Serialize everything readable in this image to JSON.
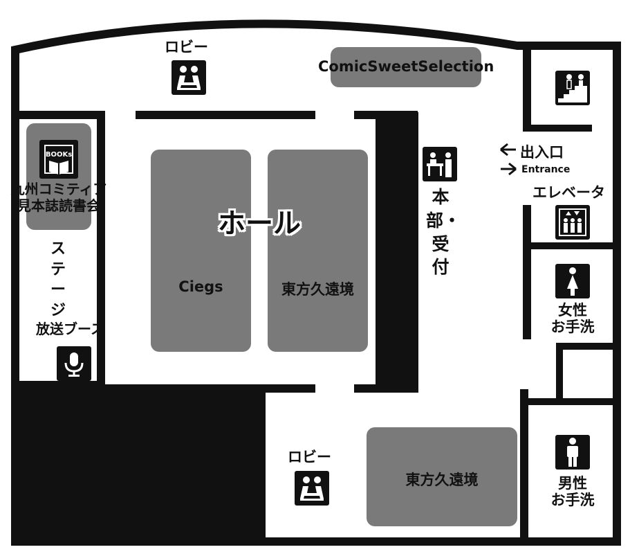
{
  "map": {
    "hall": "ホール",
    "booths": [
      {
        "name": "Ciegs"
      },
      {
        "name": "東方久遠境"
      },
      {
        "name": "東方久遠境"
      },
      {
        "name": "ComicSweetSelection"
      }
    ],
    "labels": {
      "lobby_top": "ロビー",
      "lobby_bottom": "ロビー",
      "reading_line1": "九州コミティア",
      "reading_line2": "見本誌読書会",
      "books_sign": "BOOKs",
      "stage": "ステージ",
      "broadcast": "放送ブース",
      "headquarters": "本部・受付",
      "entrance_jp": "出入口",
      "entrance_en": "Entrance",
      "elevator": "エレベータ",
      "women_line1": "女性",
      "women_line2": "お手洗",
      "men_line1": "男性",
      "men_line2": "お手洗"
    },
    "icons": [
      "lobby-icon",
      "books-icon",
      "microphone-icon",
      "reception-icon",
      "stairs-icon",
      "elevator-icon",
      "woman-icon",
      "man-icon"
    ],
    "colors": {
      "wall": "#111111",
      "booth": "#7a7a7a",
      "floor": "#ffffff"
    }
  }
}
